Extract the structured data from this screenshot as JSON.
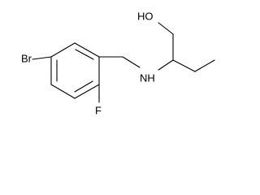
{
  "molecule": {
    "atoms": {
      "bromine": "Br",
      "fluorine": "F",
      "amine": "NH",
      "hydroxyl": "HO"
    },
    "colors": {
      "bond": "#000000",
      "label": "#000000",
      "background": "#ffffff"
    }
  }
}
